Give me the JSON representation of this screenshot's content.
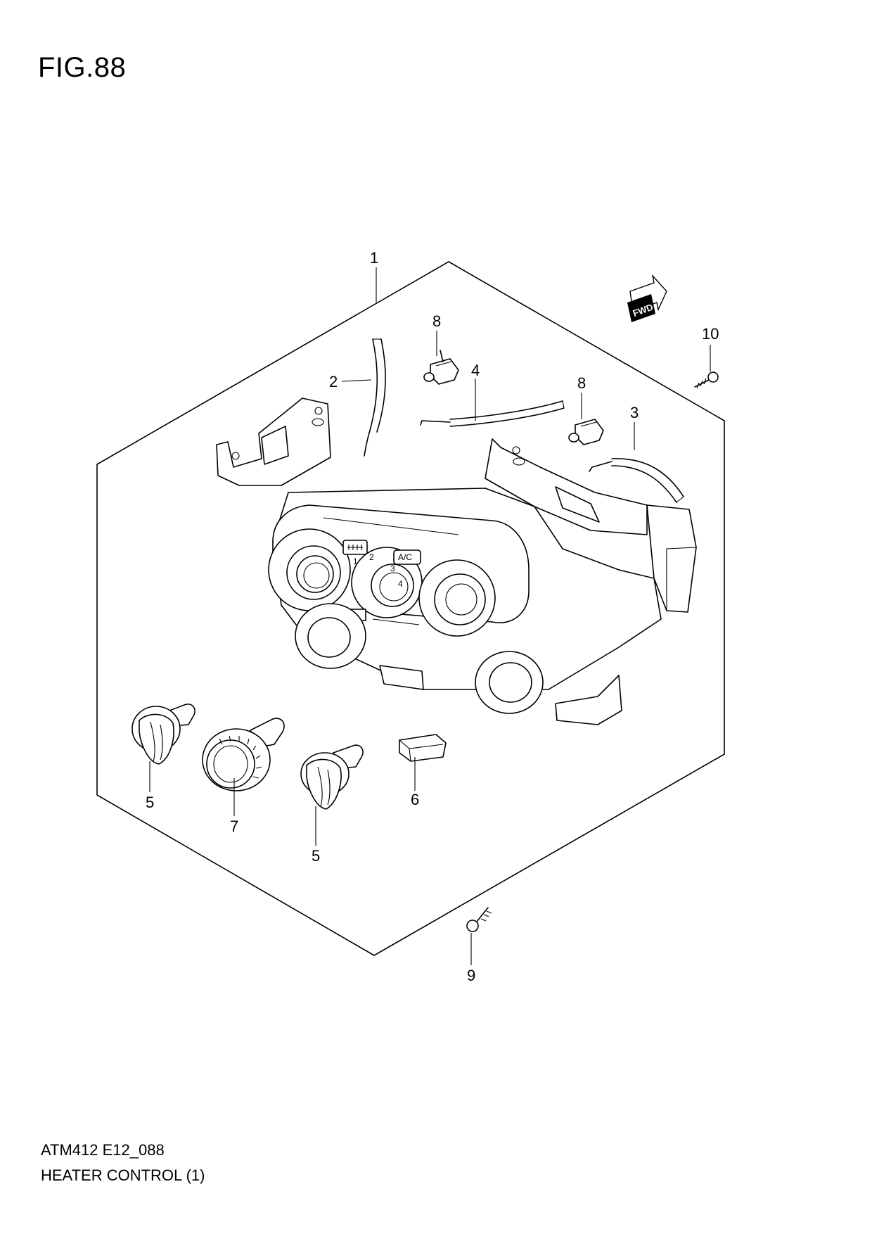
{
  "figure": {
    "title": "FIG.88"
  },
  "footer": {
    "code": "ATM412 E12_088",
    "name": "HEATER CONTROL (1)"
  },
  "fwd_marker": {
    "label": "FWD"
  },
  "callouts": {
    "c1": "1",
    "c2": "2",
    "c3": "3",
    "c4": "4",
    "c5a": "5",
    "c5b": "5",
    "c6": "6",
    "c7": "7",
    "c8a": "8",
    "c8b": "8",
    "c9": "9",
    "c10": "10"
  },
  "panel_markings": {
    "ac": "A/C",
    "fan_1": "1",
    "fan_2": "2",
    "fan_3": "3",
    "fan_4": "4"
  }
}
